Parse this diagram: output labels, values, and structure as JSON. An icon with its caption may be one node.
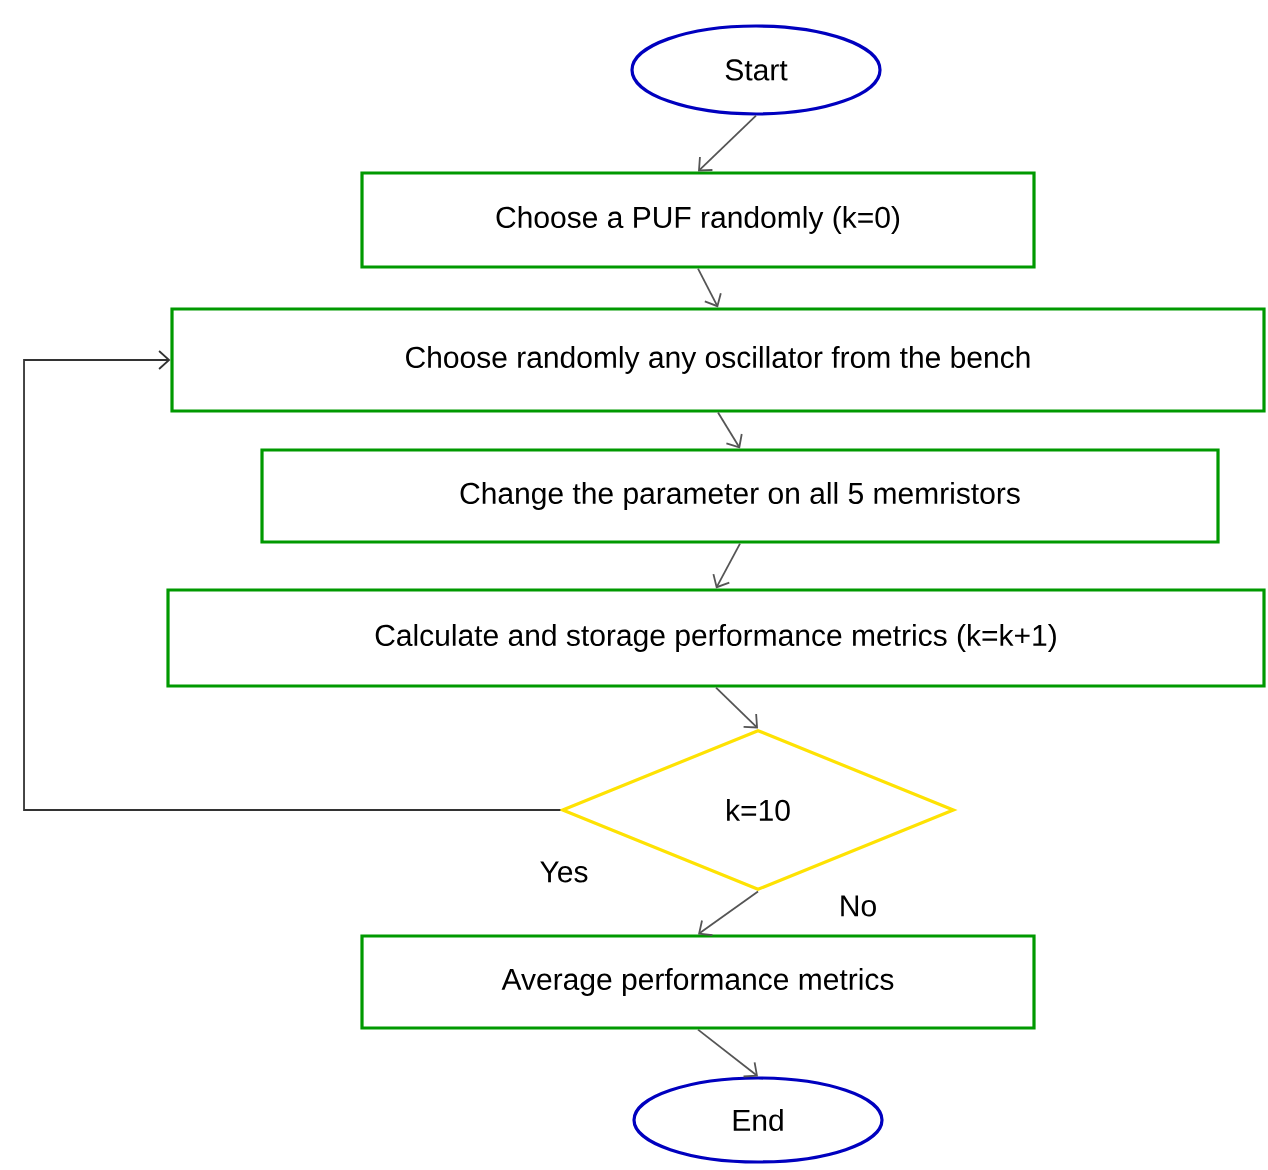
{
  "diagram": {
    "nodes": [
      {
        "text": [
          "Start"
        ]
      },
      {
        "text": [
          "Choose a PUF randomly    (k=0)"
        ]
      },
      {
        "text": [
          "Choose randomly any oscillator from the bench"
        ]
      },
      {
        "text": [
          "Change the parameter on all 5 memristors"
        ]
      },
      {
        "text": [
          "Calculate and storage performance metrics  (k=k+1)"
        ]
      },
      {
        "text": [
          "k=10"
        ]
      },
      {
        "text": [
          "Average performance metrics"
        ]
      },
      {
        "text": [
          "End"
        ]
      }
    ],
    "edges": [
      {
        "from": 0,
        "to": 1,
        "arrow": "to"
      },
      {
        "from": 1,
        "to": 2,
        "arrow": "to"
      },
      {
        "from": 2,
        "to": 3,
        "arrow": "to"
      },
      {
        "from": 3,
        "to": 4,
        "arrow": "to"
      },
      {
        "from": 4,
        "to": 5,
        "arrow": "to"
      },
      {
        "from": 5,
        "to": 2,
        "arrow": "to",
        "label": "Yes",
        "color": "#333333"
      },
      {
        "from": 5,
        "to": 6,
        "arrow": "to",
        "label": "No"
      },
      {
        "from": 6,
        "to": 7,
        "arrow": "to"
      }
    ]
  }
}
